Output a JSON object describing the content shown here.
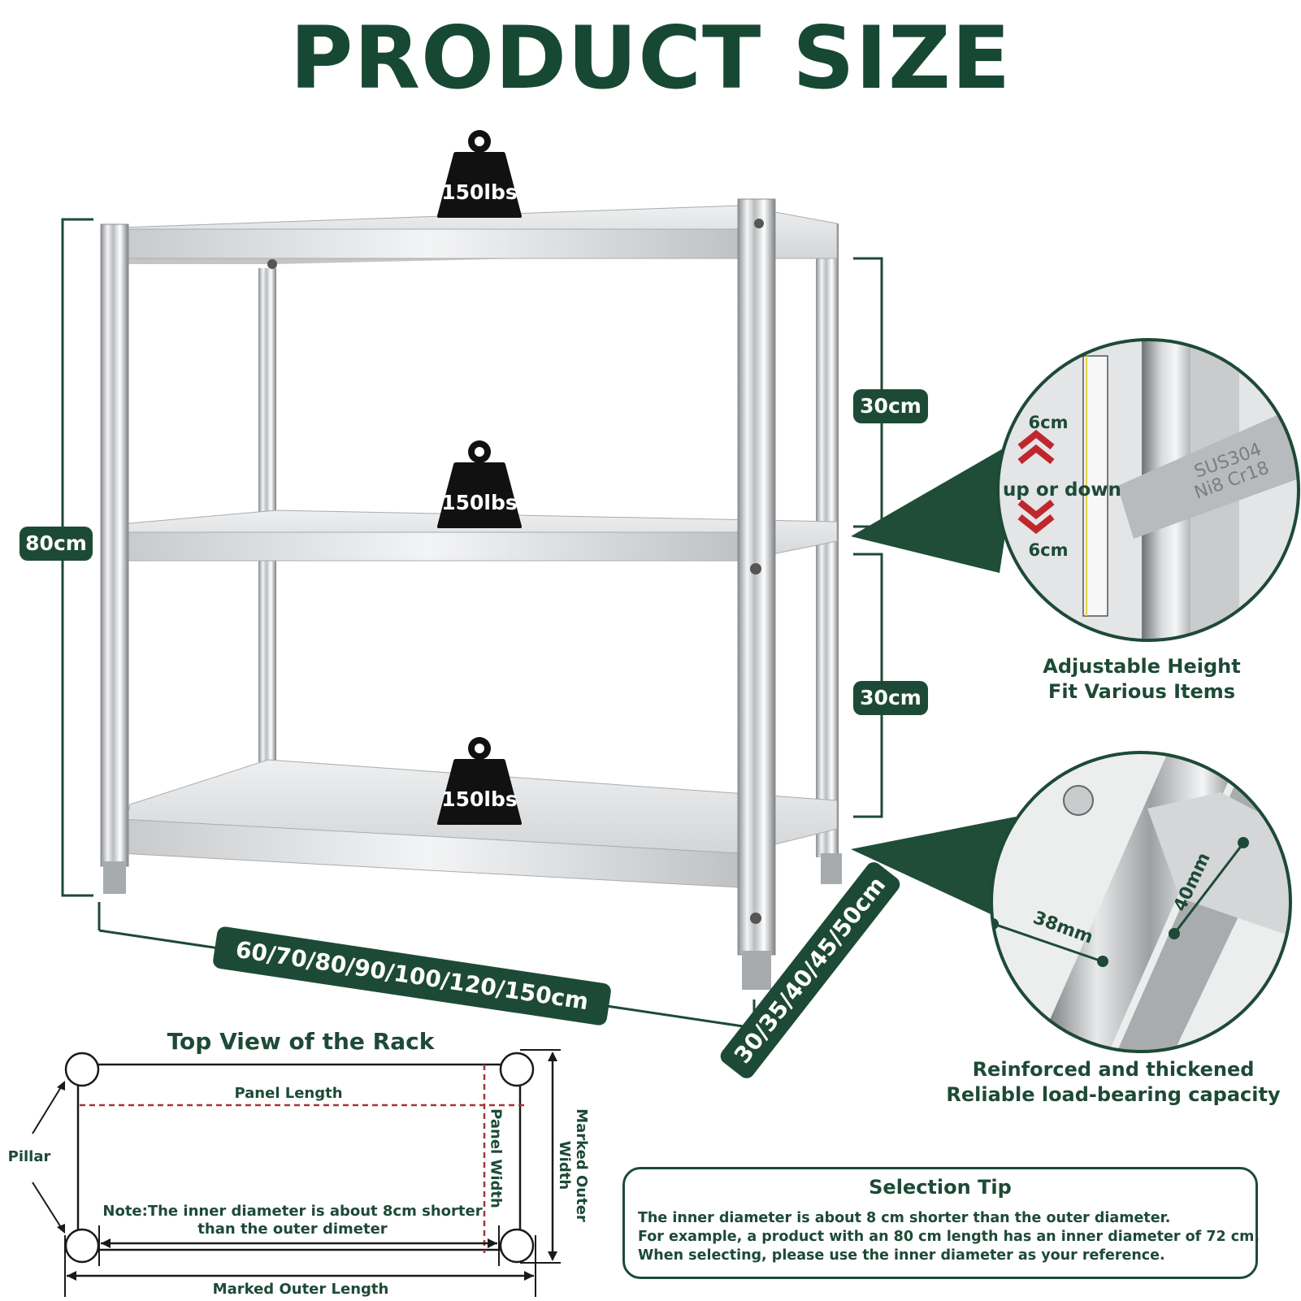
{
  "title": "PRODUCT SIZE",
  "weights": [
    "150lbs",
    "150lbs",
    "150lbs"
  ],
  "dimensions": {
    "height": "80cm",
    "shelf_gap_top": "30cm",
    "shelf_gap_bottom": "30cm",
    "length": "60/70/80/90/100/120/150cm",
    "width": "30/35/40/45/50cm"
  },
  "adjust_detail": {
    "up_value": "6cm",
    "middle_label": "up or down",
    "down_value": "6cm",
    "engraving_line1": "SUS304",
    "engraving_line2": "Ni8 Cr18",
    "caption_line1": "Adjustable Height",
    "caption_line2": "Fit Various Items"
  },
  "tube_detail": {
    "dim_a": "38mm",
    "dim_b": "40mm",
    "caption_line1": "Reinforced and thickened",
    "caption_line2": "Reliable load-bearing capacity"
  },
  "top_view": {
    "heading": "Top View of the Rack",
    "panel_length": "Panel Length",
    "panel_width": "Panel Width",
    "marked_outer_width": "Marked Outer Width",
    "marked_outer_length": "Marked Outer Length",
    "pillar": "Pillar",
    "note_line1": "Note:The inner diameter is about 8cm shorter",
    "note_line2": "than the outer dimeter"
  },
  "selection_tip": {
    "title": "Selection Tip",
    "line1": "The inner diameter is about 8 cm shorter than the outer diameter.",
    "line2": "For example, a product with an 80 cm length has an inner diameter of 72 cm.",
    "line3": "When selecting, please use the inner diameter as your reference."
  },
  "colors": {
    "brand_green": "#1d4a36",
    "arrow_red": "#c0272d",
    "dashed_red": "#a3363a"
  }
}
